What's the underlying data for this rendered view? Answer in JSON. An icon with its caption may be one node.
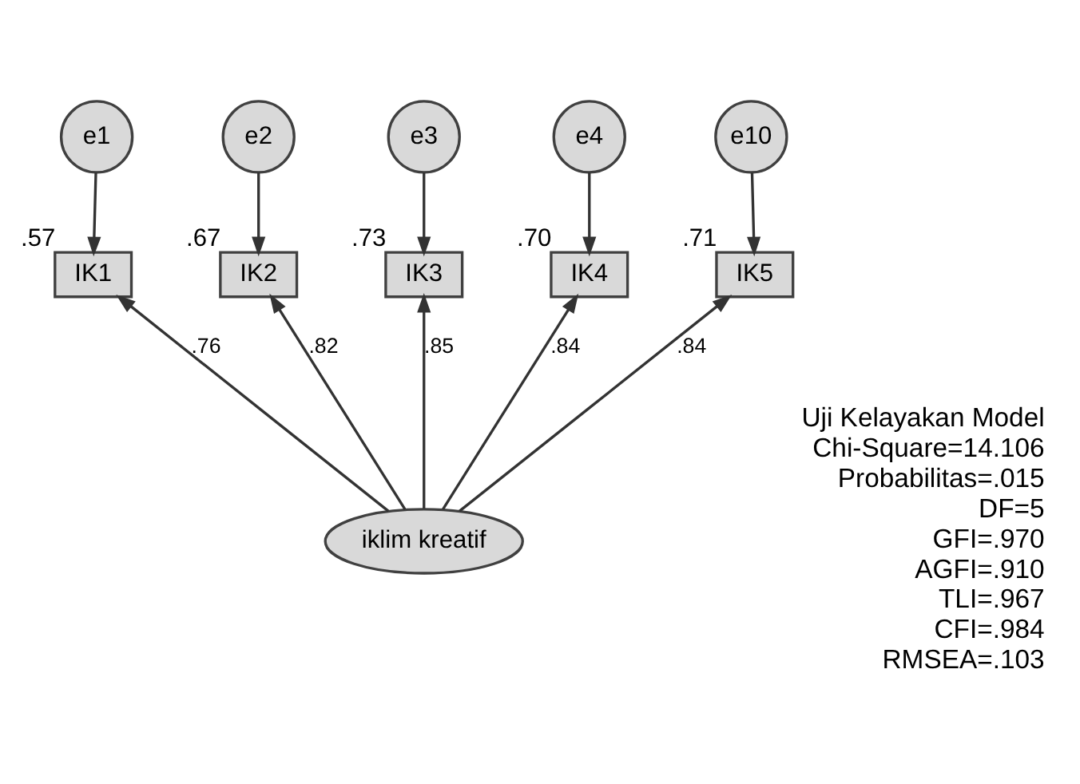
{
  "diagram": {
    "nodes": [
      {
        "text": [
          "e1"
        ]
      },
      {
        "text": [
          "e2"
        ]
      },
      {
        "text": [
          "e3"
        ]
      },
      {
        "text": [
          "e4"
        ]
      },
      {
        "text": [
          "e10"
        ]
      },
      {
        "text": [
          "IK1"
        ],
        "beside": [
          ".57"
        ]
      },
      {
        "text": [
          "IK2"
        ],
        "beside": [
          ".67"
        ]
      },
      {
        "text": [
          "IK3"
        ],
        "beside": [
          ".73"
        ]
      },
      {
        "text": [
          "IK4"
        ],
        "beside": [
          ".70"
        ]
      },
      {
        "text": [
          "IK5"
        ],
        "beside": [
          ".71"
        ]
      },
      {
        "text": [
          "iklim kreatif"
        ]
      }
    ],
    "edges": [
      {
        "from": 0,
        "to": 5,
        "arrow": "to"
      },
      {
        "from": 1,
        "to": 6,
        "arrow": "to"
      },
      {
        "from": 2,
        "to": 7,
        "arrow": "to"
      },
      {
        "from": 3,
        "to": 8,
        "arrow": "to"
      },
      {
        "from": 4,
        "to": 9,
        "arrow": "to"
      },
      {
        "from": 10,
        "to": 5,
        "arrow": "to",
        "label": ".76"
      },
      {
        "from": 10,
        "to": 6,
        "arrow": "to",
        "label": ".82"
      },
      {
        "from": 10,
        "to": 7,
        "arrow": "to",
        "label": ".85"
      },
      {
        "from": 10,
        "to": 8,
        "arrow": "to",
        "label": ".84"
      },
      {
        "from": 10,
        "to": 9,
        "arrow": "to",
        "label": ".84"
      }
    ],
    "labels": [
      "Uji Kelayakan Model",
      "Chi-Square=14.106",
      "Probabilitas=.015",
      "DF=5",
      "GFI=.970",
      "AGFI=.910",
      "TLI=.967",
      "CFI=.984",
      "RMSEA=.103"
    ]
  }
}
